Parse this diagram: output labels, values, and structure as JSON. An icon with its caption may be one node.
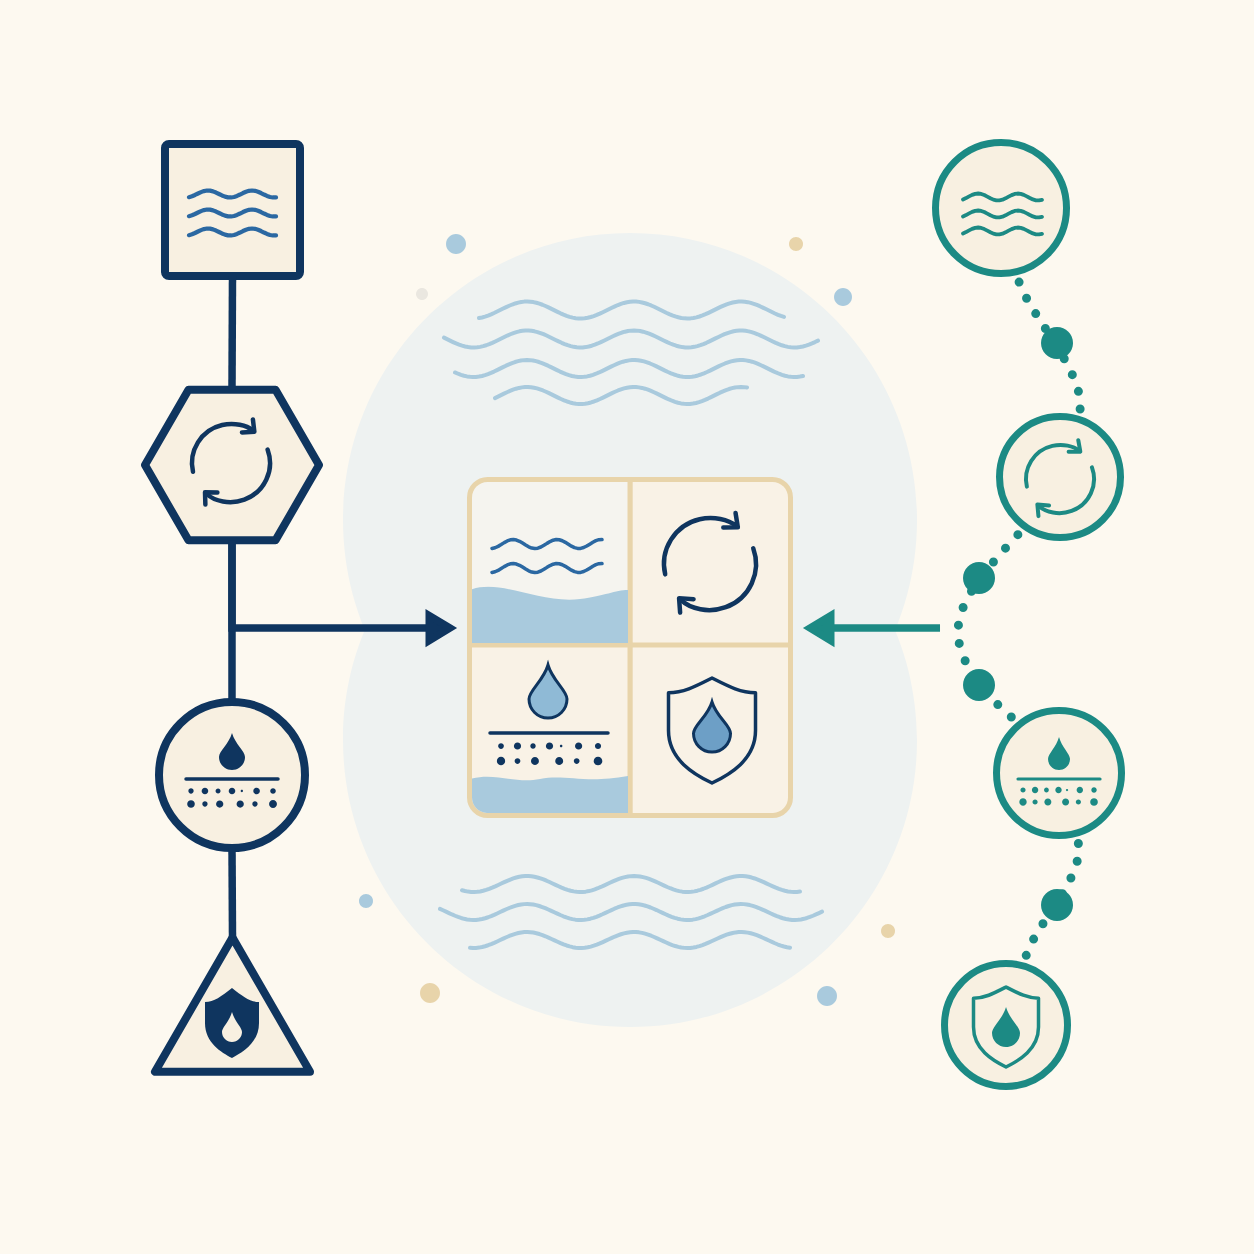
{
  "diagram": {
    "nodes": [
      {
        "text": [],
        "shape": "box"
      },
      {
        "text": [],
        "shape": "hexagon"
      },
      {
        "text": [],
        "shape": "circle"
      },
      {
        "text": [],
        "shape": "triangle"
      },
      {
        "text": [],
        "shape": "box"
      },
      {
        "text": [],
        "shape": "box",
        "in": 4
      },
      {
        "text": [],
        "shape": "box",
        "in": 4
      },
      {
        "text": [],
        "shape": "box",
        "in": 4
      },
      {
        "text": [],
        "shape": "box",
        "in": 4
      },
      {
        "text": [],
        "shape": "circle"
      },
      {
        "text": [],
        "shape": "circle"
      },
      {
        "text": [],
        "shape": "circle"
      },
      {
        "text": [],
        "shape": "circle"
      }
    ],
    "edges": [
      {
        "from": 0,
        "to": 1,
        "arrow": "none"
      },
      {
        "from": 1,
        "to": 2,
        "arrow": "none"
      },
      {
        "from": 2,
        "to": 3,
        "arrow": "none"
      },
      {
        "from": 1,
        "to": 4,
        "arrow": "to"
      },
      {
        "from": null,
        "to": 4,
        "arrow": "to",
        "color": "#1c8a84"
      },
      {
        "from": 9,
        "to": 10,
        "arrow": "none",
        "style": "dashed",
        "color": "#1c8a84"
      },
      {
        "from": 10,
        "to": 11,
        "arrow": "none",
        "style": "dashed",
        "color": "#1c8a84"
      },
      {
        "from": 11,
        "to": 12,
        "arrow": "none",
        "style": "dashed",
        "color": "#1c8a84"
      }
    ]
  }
}
